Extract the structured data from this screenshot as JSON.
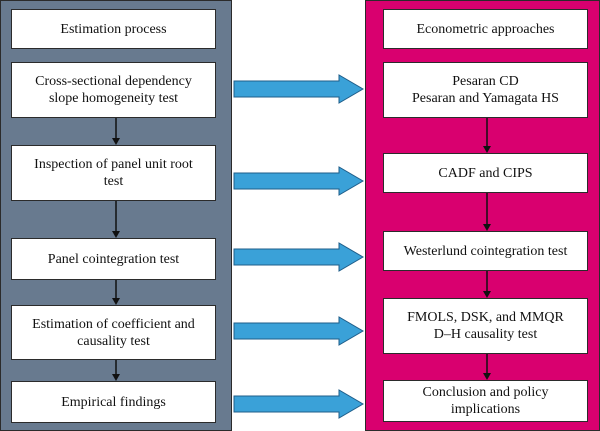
{
  "colors": {
    "left_panel": "#687a8f",
    "right_panel": "#d9006f",
    "arrow_fill": "#3aa1d8",
    "arrow_stroke": "#1f5e8a",
    "connector": "#111111"
  },
  "left": {
    "header": "Estimation process",
    "steps": [
      {
        "lines": [
          "Cross-sectional dependency",
          "slope homogeneity test"
        ]
      },
      {
        "lines": [
          "Inspection of panel unit root",
          "test"
        ]
      },
      {
        "lines": [
          "Panel cointegration test"
        ]
      },
      {
        "lines": [
          "Estimation of coefficient and",
          "causality test"
        ]
      },
      {
        "lines": [
          "Empirical findings"
        ]
      }
    ]
  },
  "right": {
    "header": "Econometric approaches",
    "steps": [
      {
        "lines": [
          "Pesaran CD",
          "Pesaran and Yamagata HS"
        ]
      },
      {
        "lines": [
          "CADF and CIPS"
        ]
      },
      {
        "lines": [
          "Westerlund cointegration test"
        ]
      },
      {
        "lines": [
          "FMOLS, DSK, and MMQR",
          "D–H causality test"
        ]
      },
      {
        "lines": [
          "Conclusion and policy",
          "implications"
        ]
      }
    ]
  }
}
